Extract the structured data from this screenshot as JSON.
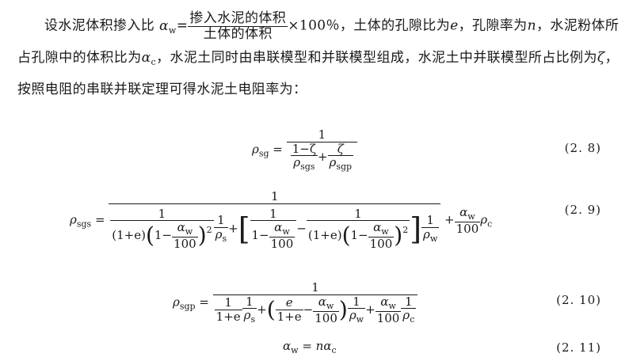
{
  "paragraph": {
    "p1": "设水泥体积掺入比",
    "alpha": "α",
    "w": "w",
    "frac_num": "掺入水泥的体积",
    "frac_den": "土体的体积",
    "p2": "×100％，土体的孔隙比为",
    "e": "e",
    "p3": "，孔隙率为",
    "n": "n",
    "p4": "，水泥粉体所占孔隙中的体积比为",
    "c": "c",
    "p5": "，水泥土同时由串联模型和并联模型组成，水泥土中并联模型所占比例为",
    "zeta": "ζ",
    "p6": "，按照电阻的串联并联定理可得水泥土电阻率为："
  },
  "equations": {
    "eq28_label": "(2. 8)",
    "eq29_label": "(2. 9)",
    "eq210_label": "(2. 10)",
    "eq211_label": "(2. 11)",
    "rho": "ρ",
    "sg": "sg",
    "sgs": "sgs",
    "sgp": "sgp",
    "s": "s",
    "w": "w",
    "c": "c",
    "one": "1",
    "one_minus_zeta": "1−ζ",
    "zeta": "ζ",
    "alpha": "α",
    "hundred": "100",
    "one_plus_e": "(1+e)",
    "one_minus": "1−",
    "one_plus_e_plain": "1+e",
    "e": "e",
    "n": "n",
    "two": "2"
  }
}
